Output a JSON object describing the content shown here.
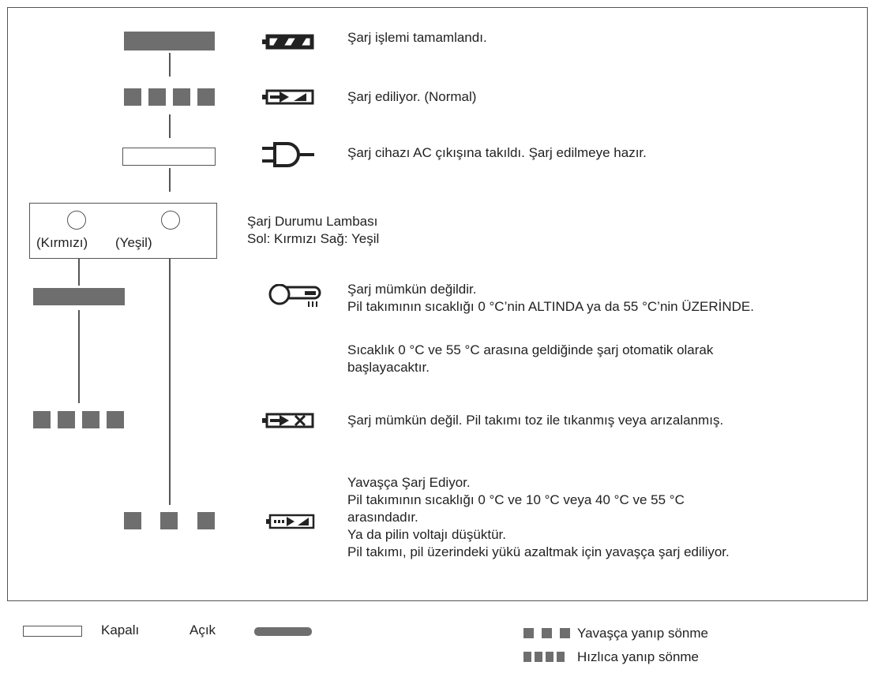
{
  "states": {
    "complete": "Şarj işlemi tamamlandı.",
    "charging_normal": "Şarj ediliyor. (Normal)",
    "ready": "Şarj cihazı AC çıkışına takıldı. Şarj edilmeye hazır.",
    "temp_not_possible": "Şarj mümkün değildir.",
    "temp_detail": "Pil takımının sıcaklığı 0 °C’nin ALTINDA ya da 55 °C’nin ÜZERİNDE.",
    "temp_auto_line1": "Sıcaklık 0 °C ve 55 °C arasına geldiğinde şarj otomatik olarak",
    "temp_auto_line2": "başlayacaktır.",
    "fault": "Şarj mümkün değil. Pil takımı toz ile tıkanmış veya arızalanmış.",
    "slow_line1": "Yavaşça Şarj Ediyor.",
    "slow_line2": "Pil takımının sıcaklığı 0 °C ve 10 °C veya 40 °C ve 55 °C",
    "slow_line3": "arasındadır.",
    "slow_line4": "Ya da pilin voltajı düşüktür.",
    "slow_line5": "Pil takımı, pil üzerindeki yükü azaltmak için yavaşça şarj ediliyor."
  },
  "lamp": {
    "title": "Şarj Durumu Lambası",
    "subtitle": "Sol: Kırmızı Sağ: Yeşil",
    "red_label": "(Kırmızı)",
    "green_label": "(Yeşil)"
  },
  "legend": {
    "off": "Kapalı",
    "on": "Açık",
    "slow_blink": "Yavaşça yanıp sönme",
    "fast_blink": "Hızlıca yanıp sönme"
  },
  "icons": [
    "battery-full-icon",
    "charging-arrow-icon",
    "plug-icon",
    "thermometer-icon",
    "charge-error-icon",
    "slow-charge-icon"
  ],
  "colors": {
    "indicator": "#6e6e6e",
    "line": "#555555"
  }
}
